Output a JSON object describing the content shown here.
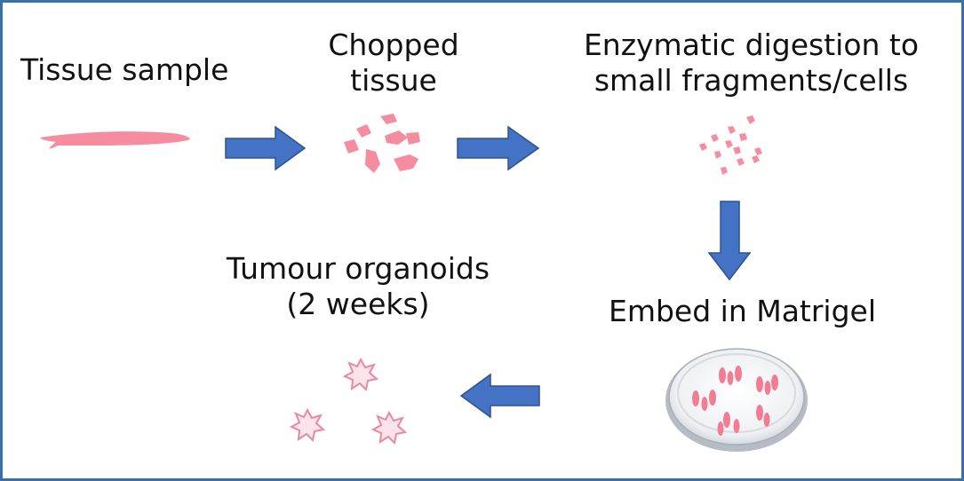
{
  "colors": {
    "border": "#3a6fae",
    "arrow_fill": "#4472c4",
    "arrow_stroke": "#2f528f",
    "tissue_pink": "#f58ca0",
    "organoid_fill": "#fde4ea",
    "organoid_stroke": "#e58aa0"
  },
  "steps": {
    "tissue_sample": "Tissue sample",
    "chopped_line1": "Chopped",
    "chopped_line2": "tissue",
    "digestion_line1": "Enzymatic digestion to",
    "digestion_line2": "small fragments/cells",
    "embed": "Embed in Matrigel",
    "organoids_line1": "Tumour organoids",
    "organoids_line2": "(2 weeks)"
  },
  "icons": {
    "tissue": "tissue-sample-icon",
    "chopped": "chopped-tissue-icon",
    "fragments": "cell-fragments-icon",
    "dish": "petri-dish-icon",
    "organoids": "organoid-icon",
    "arrows": [
      "arrow-right-icon",
      "arrow-right-icon",
      "arrow-down-icon",
      "arrow-left-icon"
    ]
  }
}
